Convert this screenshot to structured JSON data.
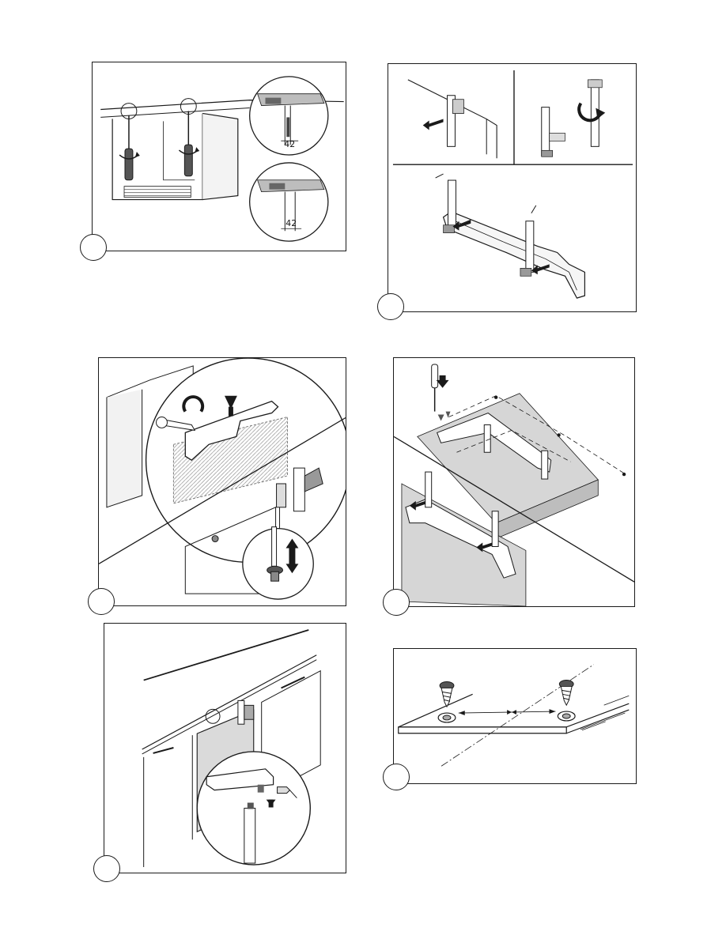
{
  "figures": [
    {
      "id": "fig-1",
      "subject": "hinge-adjustment-screwdriver",
      "dimension_top": "42",
      "dimension_bottom": "42"
    },
    {
      "id": "fig-2",
      "subject": "bracket-removal"
    },
    {
      "id": "fig-3",
      "subject": "door-bracket-wrench"
    },
    {
      "id": "fig-4",
      "subject": "bracket-mounting-on-door"
    },
    {
      "id": "fig-5",
      "subject": "cabinet-door-alignment"
    },
    {
      "id": "fig-6",
      "subject": "screw-hole-spacing"
    }
  ],
  "colors": {
    "line": "#1a1a1a",
    "shade": "#d9d9d9",
    "dark_shade": "#bdbdbd"
  }
}
